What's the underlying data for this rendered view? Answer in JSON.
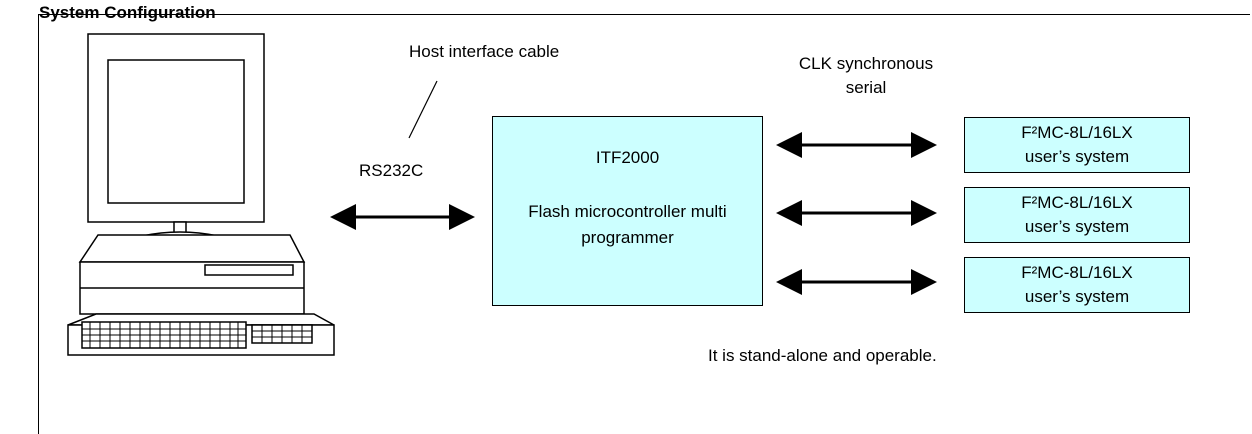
{
  "heading": "System Configuration",
  "labels": {
    "host_cable": "Host interface cable",
    "rs232c": "RS232C",
    "clk_line1": "CLK synchronous",
    "clk_line2": "serial",
    "standalone": "It is stand-alone and operable."
  },
  "programmer": {
    "name": "ITF2000",
    "desc_line1": "Flash microcontroller multi",
    "desc_line2": "programmer"
  },
  "user_systems": [
    {
      "line1": "F²MC-8L/16LX",
      "line2": "user’s system"
    },
    {
      "line1": "F²MC-8L/16LX",
      "line2": "user’s system"
    },
    {
      "line1": "F²MC-8L/16LX",
      "line2": "user’s system"
    }
  ],
  "colors": {
    "box_fill": "#ccffff",
    "stroke": "#000000"
  },
  "icons": [
    "personal-computer-icon",
    "double-arrow-icon"
  ]
}
